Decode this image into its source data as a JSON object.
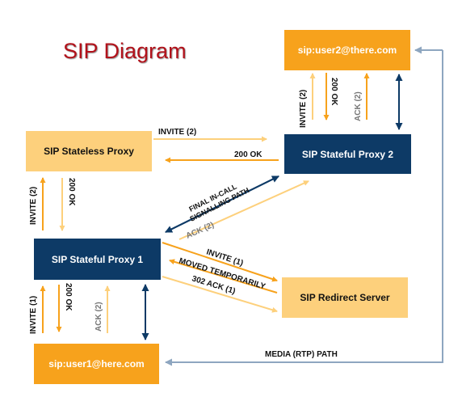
{
  "title": "SIP Diagram",
  "nodes": {
    "user2": "sip:user2@there.com",
    "stateless": "SIP Stateless Proxy",
    "stateful2": "SIP Stateful Proxy 2",
    "stateful1": "SIP Stateful Proxy 1",
    "redirect": "SIP Redirect Server",
    "user1": "sip:user1@here.com"
  },
  "labels": {
    "invite2_top": "INVITE (2)",
    "ok200_top": "200 OK",
    "ack2_top": "ACK (2)",
    "invite2_mid": "INVITE (2)",
    "ok200_mid": "200 OK",
    "invite2_left": "INVITE (2)",
    "ok200_left": "200 OK",
    "final_line1": "FINAL IN-CALL",
    "final_line2": "SIGNALLING PATH",
    "ack2_diag": "ACK (2)",
    "invite1_redirect": "INVITE (1)",
    "moved": "MOVED TEMPORARILY",
    "ack302": "302 ACK (1)",
    "invite1_bottom": "INVITE (1)",
    "ok200_bottom": "200 OK",
    "ack2_bottom": "ACK (2)",
    "media": "MEDIA (RTP) PATH"
  },
  "colors": {
    "orange": "#f7a21c",
    "light_orange": "#fdd07c",
    "navy": "#0d3a66",
    "title_red": "#b2121b",
    "gray_blue": "#8ea6c0"
  }
}
